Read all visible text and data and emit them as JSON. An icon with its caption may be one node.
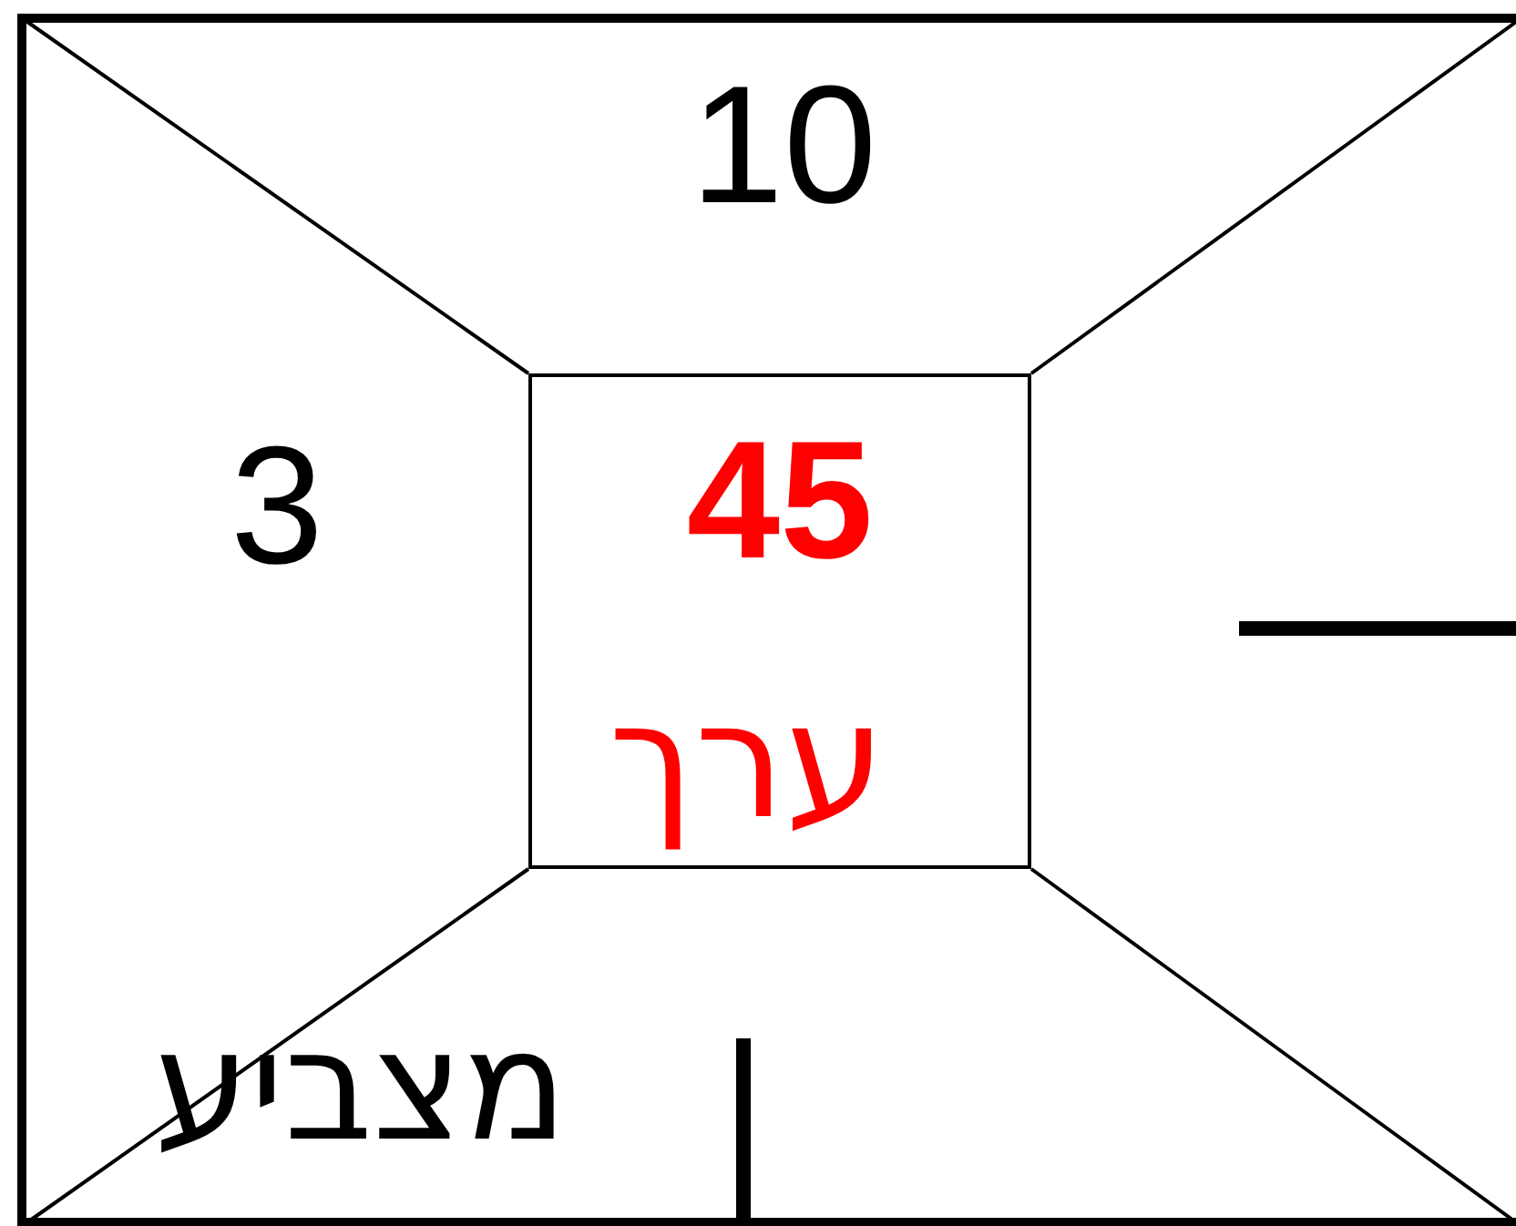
{
  "diagram": {
    "nodes": [
      {
        "text": [
          "45",
          "ערך"
        ]
      }
    ],
    "labels": [
      "10",
      "3",
      "מצביע"
    ]
  }
}
